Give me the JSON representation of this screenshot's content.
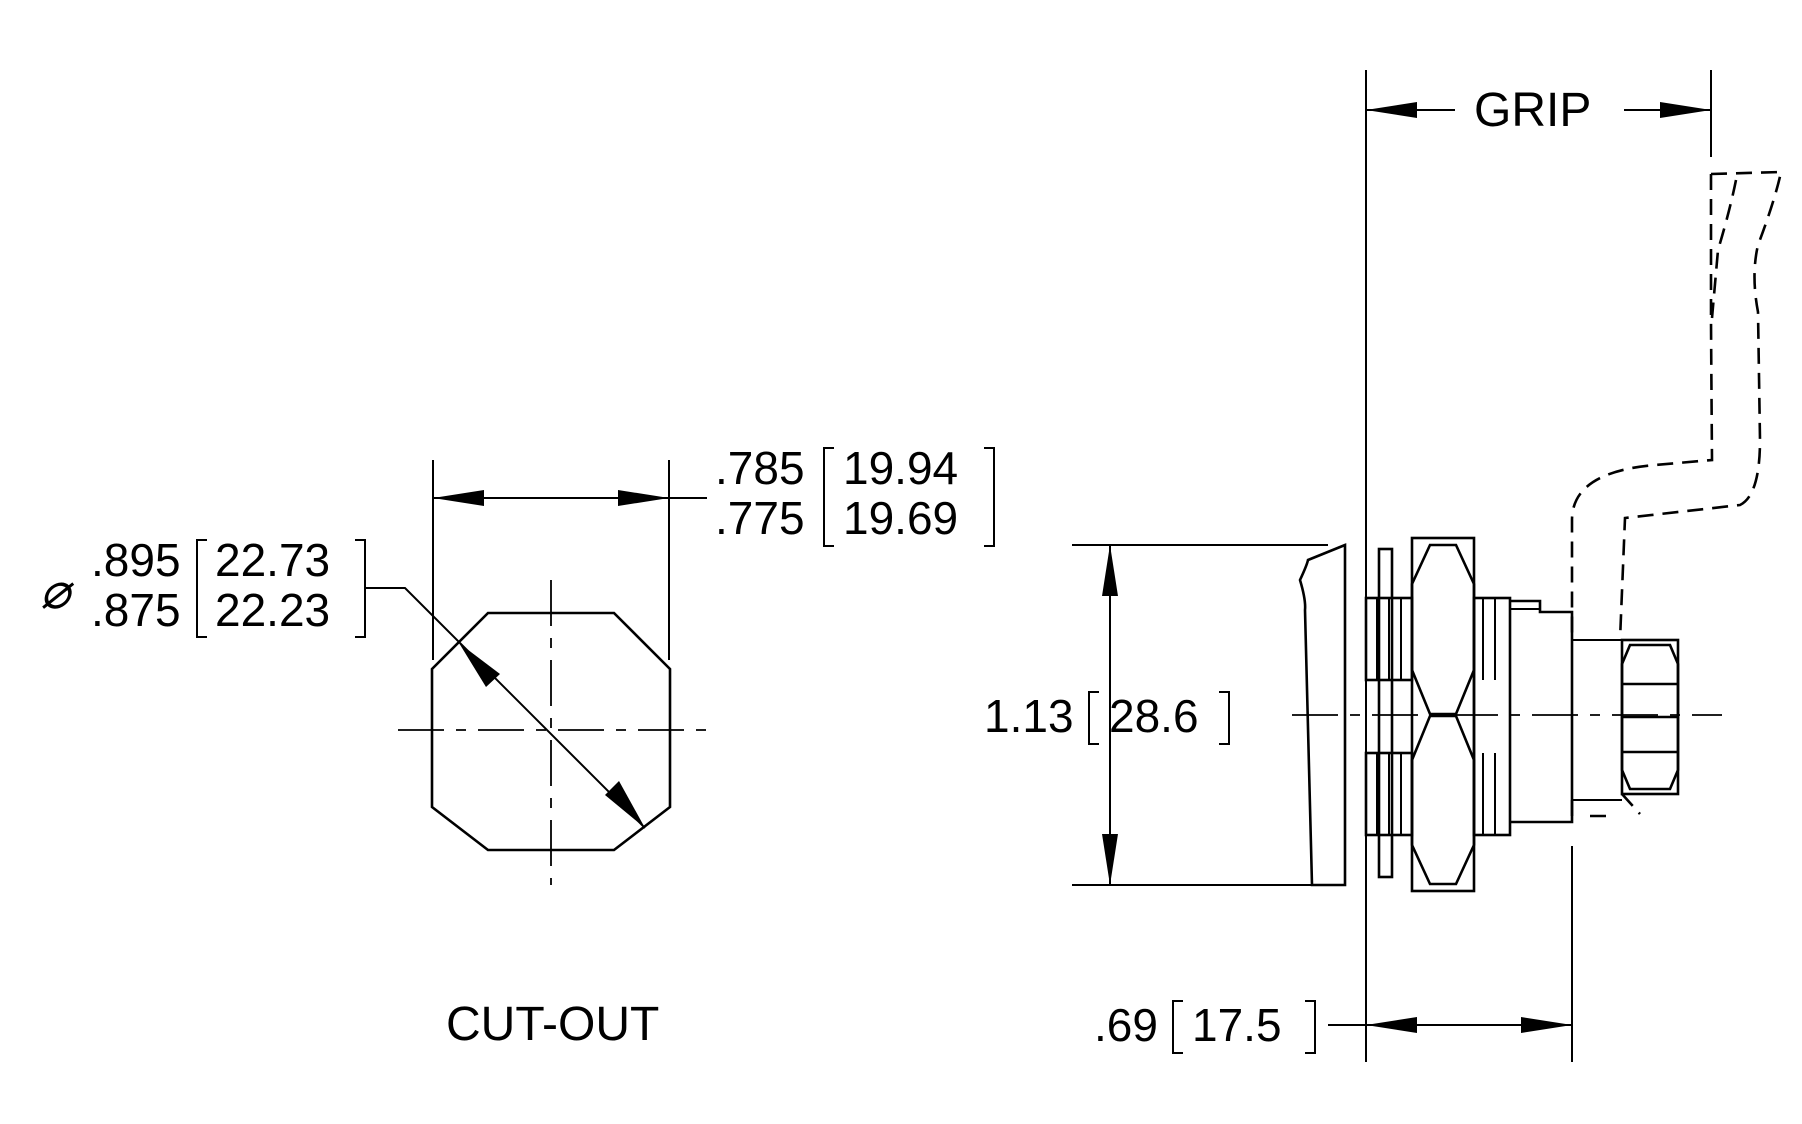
{
  "cutout": {
    "label": "CUT-OUT",
    "flat": {
      "in_max": ".785",
      "in_min": ".775",
      "mm_max": "19.94",
      "mm_min": "19.69"
    },
    "diameter": {
      "symbol": "⌀",
      "in_max": ".895",
      "in_min": ".875",
      "mm_max": "22.73",
      "mm_min": "22.23"
    }
  },
  "side_view": {
    "grip_label": "GRIP",
    "height": {
      "in": "1.13",
      "mm": "28.6"
    },
    "depth": {
      "in": ".69",
      "mm": "17.5"
    }
  }
}
